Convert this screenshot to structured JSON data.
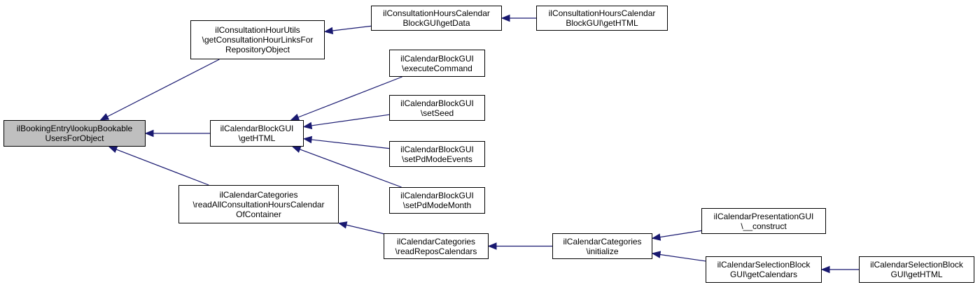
{
  "colors": {
    "edge": "#191970",
    "root_fill": "#bfbfbf",
    "node_fill": "#ffffff",
    "border": "#000000"
  },
  "nodes": [
    {
      "id": "root",
      "lines": [
        "ilBookingEntry\\lookupBookable",
        "UsersForObject"
      ],
      "root": true
    },
    {
      "id": "chu",
      "lines": [
        "ilConsultationHourUtils",
        "\\getConsultationHourLinksFor",
        "RepositoryObject"
      ]
    },
    {
      "id": "chcb_getdata",
      "lines": [
        "ilConsultationHoursCalendar",
        "BlockGUI\\getData"
      ]
    },
    {
      "id": "chcb_gethtml",
      "lines": [
        "ilConsultationHoursCalendar",
        "BlockGUI\\getHTML"
      ]
    },
    {
      "id": "cb_gethtml",
      "lines": [
        "ilCalendarBlockGUI",
        "\\getHTML"
      ]
    },
    {
      "id": "cb_exec",
      "lines": [
        "ilCalendarBlockGUI",
        "\\executeCommand"
      ]
    },
    {
      "id": "cb_seed",
      "lines": [
        "ilCalendarBlockGUI",
        "\\setSeed"
      ]
    },
    {
      "id": "cb_events",
      "lines": [
        "ilCalendarBlockGUI",
        "\\setPdModeEvents"
      ]
    },
    {
      "id": "cb_month",
      "lines": [
        "ilCalendarBlockGUI",
        "\\setPdModeMonth"
      ]
    },
    {
      "id": "cc_readall",
      "lines": [
        "ilCalendarCategories",
        "\\readAllConsultationHoursCalendar",
        "OfContainer"
      ]
    },
    {
      "id": "cc_repos",
      "lines": [
        "ilCalendarCategories",
        "\\readReposCalendars"
      ]
    },
    {
      "id": "cc_init",
      "lines": [
        "ilCalendarCategories",
        "\\initialize"
      ]
    },
    {
      "id": "cp_construct",
      "lines": [
        "ilCalendarPresentationGUI",
        "\\__construct"
      ]
    },
    {
      "id": "csb_getcal",
      "lines": [
        "ilCalendarSelectionBlock",
        "GUI\\getCalendars"
      ]
    },
    {
      "id": "csb_gethtml",
      "lines": [
        "ilCalendarSelectionBlock",
        "GUI\\getHTML"
      ]
    }
  ],
  "edges": [
    {
      "from": "chu",
      "to": "root"
    },
    {
      "from": "cb_gethtml",
      "to": "root"
    },
    {
      "from": "cc_readall",
      "to": "root"
    },
    {
      "from": "chcb_getdata",
      "to": "chu"
    },
    {
      "from": "chcb_gethtml",
      "to": "chcb_getdata"
    },
    {
      "from": "cb_exec",
      "to": "cb_gethtml"
    },
    {
      "from": "cb_seed",
      "to": "cb_gethtml"
    },
    {
      "from": "cb_events",
      "to": "cb_gethtml"
    },
    {
      "from": "cb_month",
      "to": "cb_gethtml"
    },
    {
      "from": "cc_repos",
      "to": "cc_readall"
    },
    {
      "from": "cc_init",
      "to": "cc_repos"
    },
    {
      "from": "cp_construct",
      "to": "cc_init"
    },
    {
      "from": "csb_getcal",
      "to": "cc_init"
    },
    {
      "from": "csb_gethtml",
      "to": "csb_getcal"
    }
  ]
}
